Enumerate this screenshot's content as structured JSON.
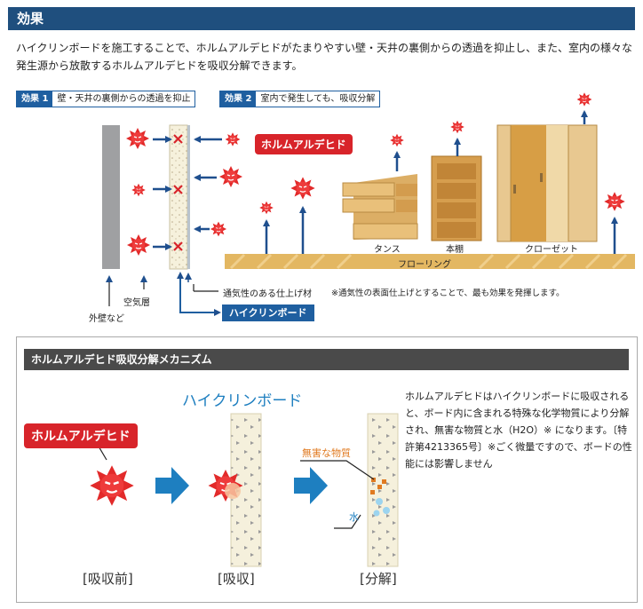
{
  "header": {
    "title": "効果"
  },
  "intro": "ハイクリンボードを施工することで、ホルムアルデヒドがたまりやすい壁・天井の裏側からの透過を抑止し、また、室内の様々な発生源から放散するホルムアルデヒドを吸収分解できます。",
  "effect1": {
    "num": "効果 1",
    "text": "壁・天井の裏側からの透過を抑止"
  },
  "effect2": {
    "num": "効果 2",
    "text": "室内で発生しても、吸収分解"
  },
  "formaldehyde_label": "ホルムアルデヒド",
  "furniture": {
    "tansu": "タンス",
    "shelf": "本棚",
    "closet": "クローゼット"
  },
  "floor_label": "フローリング",
  "wall_labels": {
    "outer_wall": "外壁など",
    "air_layer": "空気層",
    "finish": "通気性のある仕上げ材",
    "finish_note": "※通気性の表面仕上げとすることで、最も効果を発揮します。",
    "board": "ハイクリンボード"
  },
  "mechanism": {
    "title": "ホルムアルデヒド吸収分解メカニズム",
    "subtitle": "ハイクリンボード",
    "formaldehyde": "ホルムアルデヒド",
    "harmless": "無害な物質",
    "water": "水",
    "description": "ホルムアルデヒドはハイクリンボードに吸収されると、ボード内に含まれる特殊な化学物質により分解され、無害な物質と水（H2O）※ になります。〔特許第4213365号〕※ごく微量ですので、ボードの性能には影響しません",
    "stages": [
      "[吸収前]",
      "[吸収]",
      "[分解]"
    ]
  },
  "colors": {
    "header": "#1f4f7e",
    "accent_blue": "#1f5fa0",
    "red": "#d8242a",
    "mech_blue": "#1e7fc0",
    "wood": "#d9a95a",
    "orange": "#e07a20"
  }
}
